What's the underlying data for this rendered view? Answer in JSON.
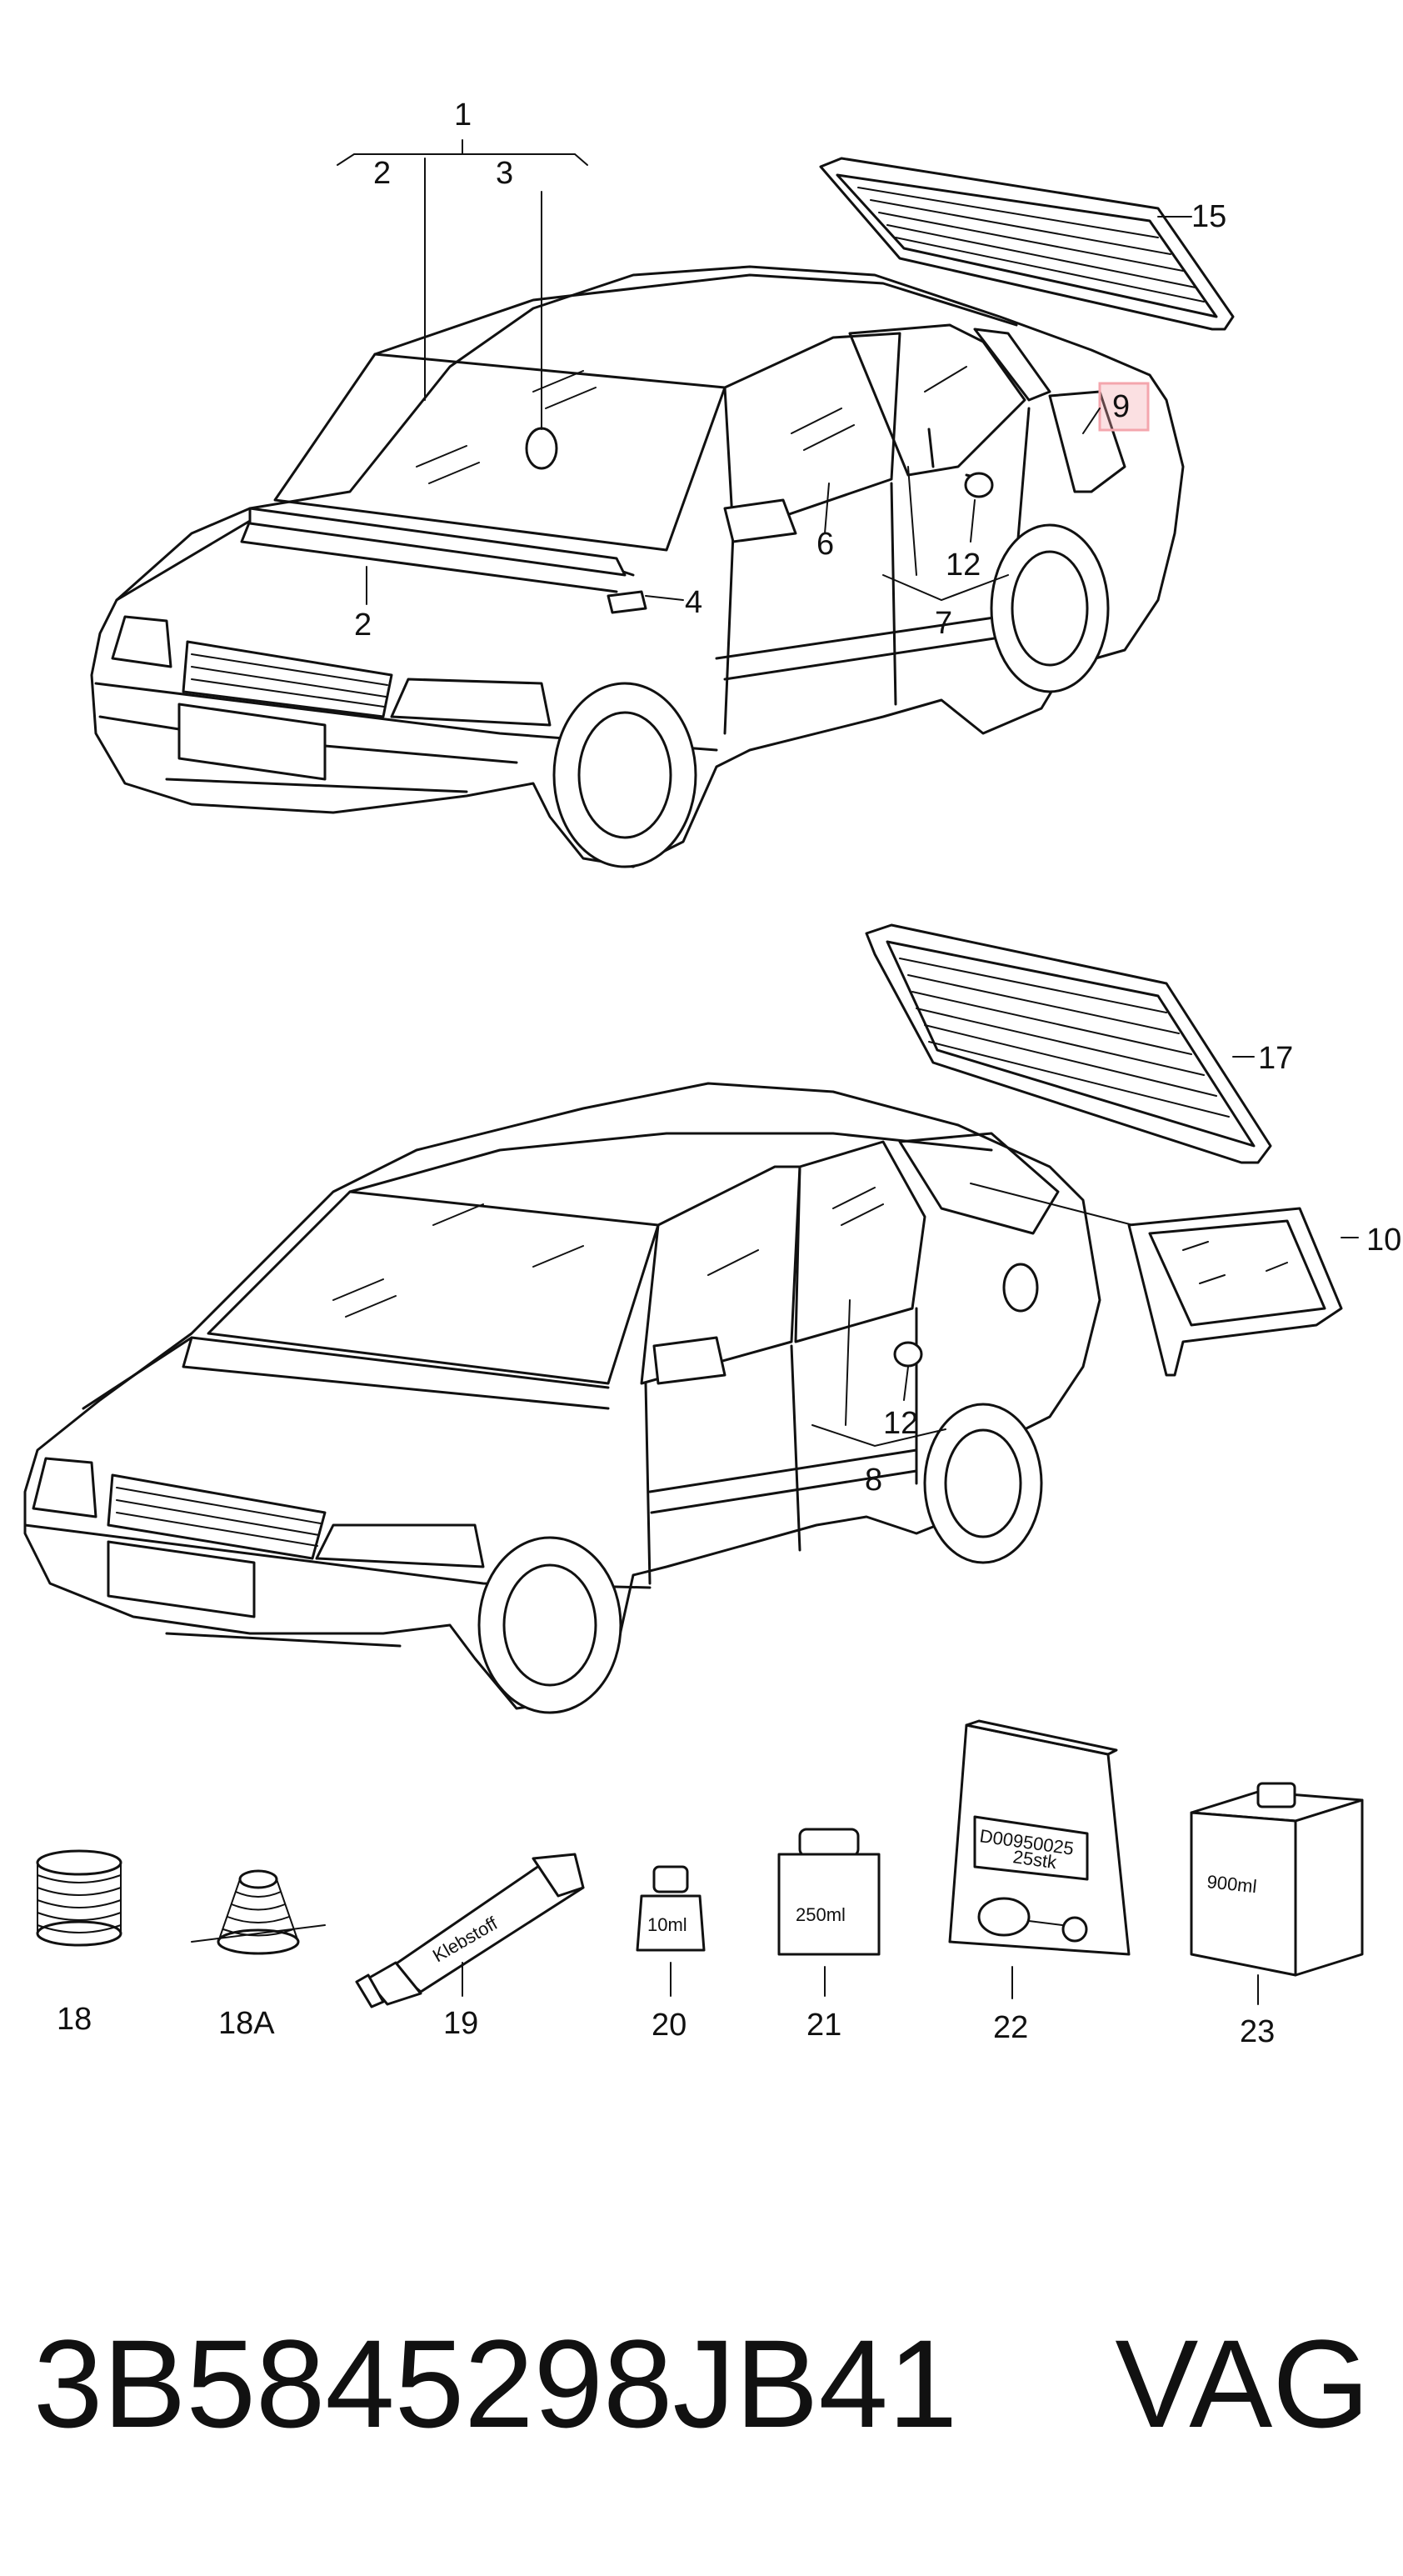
{
  "callouts": {
    "c1": "1",
    "c2a": "2",
    "c3": "3",
    "c2b": "2",
    "c4": "4",
    "c6": "6",
    "c7": "7",
    "c9": "9",
    "c12a": "12",
    "c15": "15",
    "c17": "17",
    "c10": "10",
    "c12b": "12",
    "c8": "8",
    "c18": "18",
    "c18a": "18A",
    "c19": "19",
    "c20": "20",
    "c21": "21",
    "c22": "22",
    "c23": "23"
  },
  "labels": {
    "tube": "Klebstoff",
    "bottle_small": "10ml",
    "can": "250ml",
    "bag_line1": "D00950025",
    "bag_line2": "25stk",
    "box": "900ml"
  },
  "highlight_color": "#f4a6ad",
  "footer": {
    "part_number": "3B5845298JB41",
    "brand": "VAG"
  }
}
